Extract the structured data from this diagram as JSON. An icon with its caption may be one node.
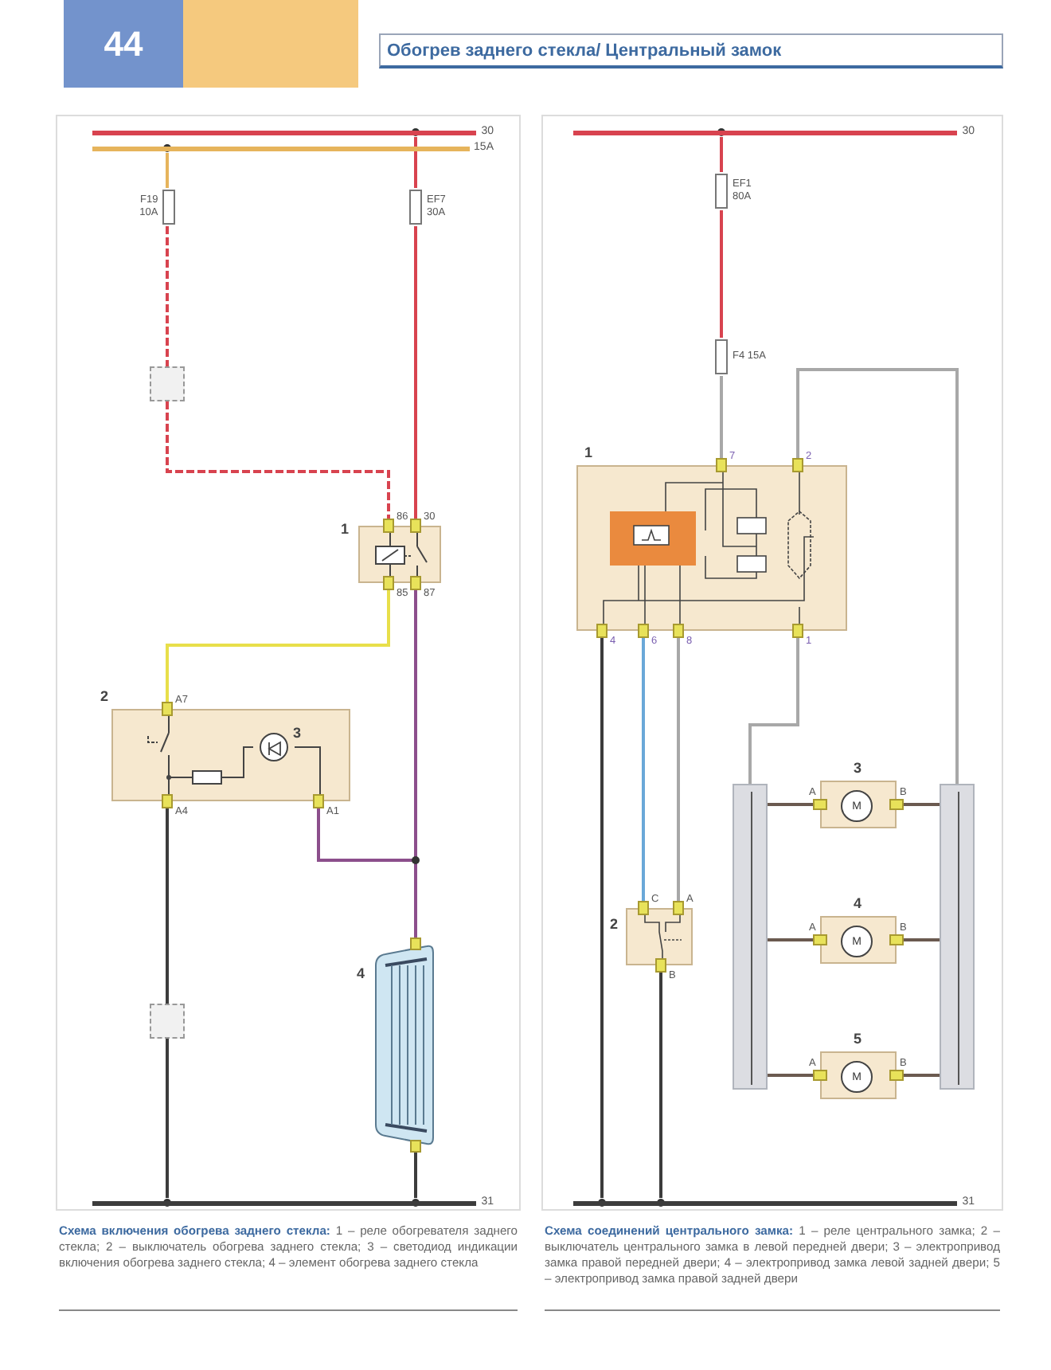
{
  "diagram": {
    "title": "Обогрев заднего стекла/ Центральный замок",
    "nodes": [
      {
        "text": [
          "30"
        ]
      },
      {
        "text": [
          "15A"
        ]
      },
      {
        "text": [
          "F19 10A"
        ]
      },
      {
        "text": [
          "EF7 30A"
        ]
      },
      {
        "text": [],
        "shape": "box"
      },
      {
        "text": [
          "1"
        ],
        "beside": [
          "86",
          "30",
          "85",
          "87"
        ]
      },
      {
        "text": [
          "2"
        ],
        "beside": [
          "A7",
          "A4",
          "A1"
        ]
      },
      {
        "text": [
          "3"
        ],
        "in": 6
      },
      {
        "text": [
          "4"
        ]
      },
      {
        "text": [],
        "shape": "box"
      },
      {
        "text": [
          "31"
        ]
      },
      {
        "text": [
          "30"
        ]
      },
      {
        "text": [
          "EF1 80A"
        ]
      },
      {
        "text": [
          "F4 15A"
        ]
      },
      {
        "text": [
          "1"
        ],
        "beside": [
          "7",
          "2",
          "4",
          "6",
          "8",
          "1"
        ]
      },
      {
        "text": [
          "2"
        ],
        "beside": [
          "C",
          "A",
          "B"
        ]
      },
      {
        "text": [],
        "shape": "bar"
      },
      {
        "text": [
          "3",
          "M"
        ],
        "beside": [
          "A",
          "B"
        ]
      },
      {
        "text": [
          "4",
          "M"
        ],
        "beside": [
          "A",
          "B"
        ]
      },
      {
        "text": [
          "5",
          "M"
        ],
        "beside": [
          "A",
          "B"
        ]
      },
      {
        "text": [],
        "shape": "bar"
      },
      {
        "text": [
          "31"
        ]
      }
    ],
    "edges": [
      {
        "from": 1,
        "to": 2,
        "arrow": "none",
        "color": "#e6b45c"
      },
      {
        "from": 0,
        "to": 3,
        "arrow": "none",
        "color": "#d8434f"
      },
      {
        "from": 2,
        "to": 4,
        "arrow": "none",
        "style": "dashed",
        "color": "#d8434f"
      },
      {
        "from": 4,
        "to": 5,
        "arrow": "none",
        "style": "dashed",
        "color": "#d8434f"
      },
      {
        "from": 3,
        "to": 5,
        "arrow": "none",
        "color": "#d8434f"
      },
      {
        "from": 5,
        "to": 6,
        "arrow": "none",
        "color": "#e8df4a"
      },
      {
        "from": 5,
        "to": 8,
        "arrow": "none",
        "color": "#8c4f8c"
      },
      {
        "from": 6,
        "to": 8,
        "arrow": "none",
        "color": "#8c4f8c"
      },
      {
        "from": 8,
        "to": 10,
        "arrow": "none",
        "color": "#3c3c3c"
      },
      {
        "from": 6,
        "to": 9,
        "arrow": "none",
        "color": "#3c3c3c"
      },
      {
        "from": 9,
        "to": 10,
        "arrow": "none",
        "color": "#3c3c3c"
      },
      {
        "from": 11,
        "to": 12,
        "arrow": "none",
        "color": "#d8434f"
      },
      {
        "from": 12,
        "to": 13,
        "arrow": "none",
        "color": "#d8434f"
      },
      {
        "from": 13,
        "to": 14,
        "arrow": "none",
        "color": "#a8a8a8"
      },
      {
        "from": 14,
        "to": 20,
        "arrow": "none",
        "color": "#a8a8a8"
      },
      {
        "from": 14,
        "to": 16,
        "arrow": "none",
        "color": "#a8a8a8"
      },
      {
        "from": 14,
        "to": 15,
        "arrow": "none",
        "color": "#6aa8d8"
      },
      {
        "from": 14,
        "to": 15,
        "arrow": "none",
        "color": "#a8a8a8"
      },
      {
        "from": 14,
        "to": 21,
        "arrow": "none",
        "color": "#3c3c3c"
      },
      {
        "from": 15,
        "to": 21,
        "arrow": "none",
        "color": "#3c3c3c"
      },
      {
        "from": 16,
        "to": 17,
        "arrow": "none",
        "color": "#6b5a50"
      },
      {
        "from": 16,
        "to": 18,
        "arrow": "none",
        "color": "#6b5a50"
      },
      {
        "from": 16,
        "to": 19,
        "arrow": "none",
        "color": "#6b5a50"
      },
      {
        "from": 17,
        "to": 20,
        "arrow": "none",
        "color": "#6b5a50"
      },
      {
        "from": 18,
        "to": 20,
        "arrow": "none",
        "color": "#6b5a50"
      },
      {
        "from": 19,
        "to": 20,
        "arrow": "none",
        "color": "#6b5a50"
      }
    ],
    "labels": [
      "44",
      "**Схема включения обогрева заднего стекла:** 1 – реле обогревателя заднего стекла; 2 – выключатель обогрева заднего стекла; 3 – светодиод индикации включения обогрева заднего стекла; 4 – элемент обогрева заднего стекла",
      "**Схема соединений центрального замка:** 1 – реле центрального замка; 2 – выключатель центрального замка в левой передней двери; 3 – электропривод замка правой передней двери; 4 – электропривод замка левой задней двери; 5 – электропривод замка правой задней двери"
    ]
  }
}
